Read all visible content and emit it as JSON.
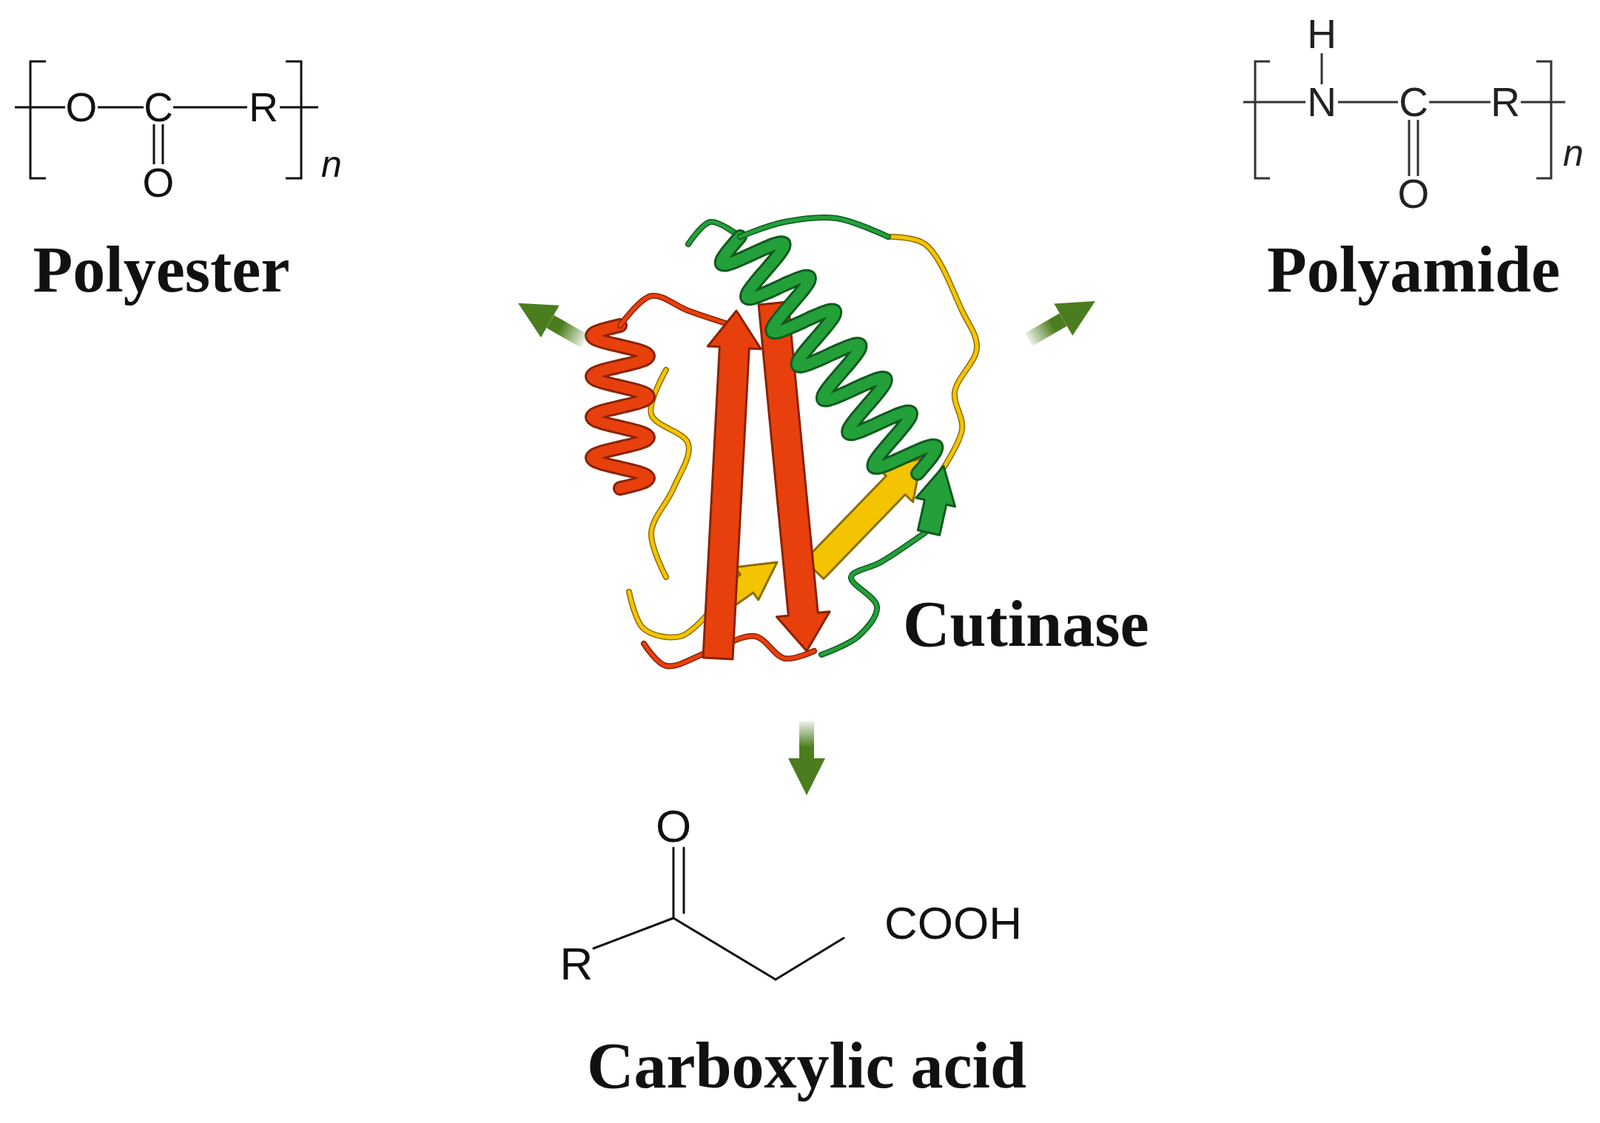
{
  "diagram": {
    "nodes": [
      {
        "text": [
          "Polyester"
        ]
      },
      {
        "text": [
          "Polyamide"
        ]
      },
      {
        "text": [
          "Cutinase"
        ]
      },
      {
        "text": [
          "Carboxylic acid"
        ]
      }
    ],
    "edges": [
      {
        "from": 2,
        "to": 0,
        "arrow": "to"
      },
      {
        "from": 2,
        "to": 1,
        "arrow": "to"
      },
      {
        "from": 2,
        "to": 3,
        "arrow": "to"
      }
    ],
    "labels": [
      "O",
      "C",
      "R",
      "O",
      "n",
      "H",
      "N",
      "C",
      "R",
      "O",
      "n",
      "O",
      "R",
      "COOH"
    ]
  }
}
